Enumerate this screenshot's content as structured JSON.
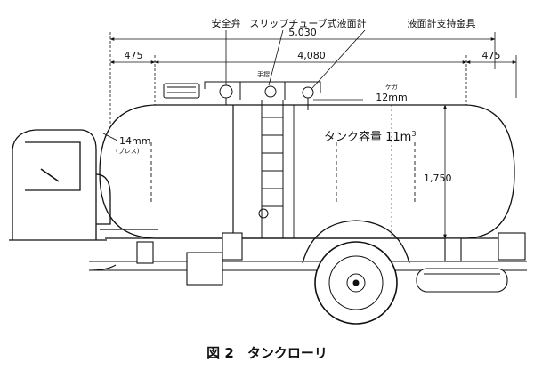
{
  "labels": {
    "safety_valve": "安全弁",
    "slip_tube_gauge": "スリップチューブ式液面計",
    "gauge_bracket": "液面計支持金具",
    "tank_capacity": "タンク容量 11m",
    "tank_capacity_sup": "3",
    "plate_14": "14mm",
    "plate_14_note": "(プレス)",
    "plate_12": "12mm",
    "plate_12_note": "ケガ",
    "top_note": "手摺",
    "caption": "図 2　タンクローリ"
  },
  "dimensions": {
    "overall": "5,030",
    "tank_length": "4,080",
    "front_offset": "475",
    "rear_offset": "475",
    "tank_height": "1,750"
  }
}
